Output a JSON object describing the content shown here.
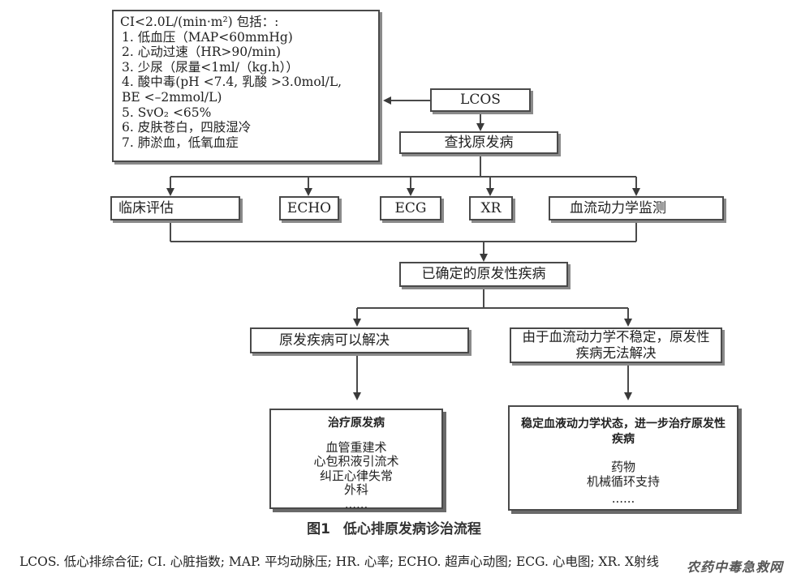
{
  "criteria": {
    "title": "CI<2.0L/(min·m²) 包括：:",
    "items": [
      "1. 低血压（MAP<60mmHg)",
      "2. 心动过速（HR>90/min)",
      "3. 少尿（尿量<1ml/（kg.h））",
      "4. 酸中毒(pH <7.4, 乳酸 >3.0mol/L,",
      "BE <–2mmol/L)",
      "5. SvO₂ <65%",
      "6. 皮肤苍白，四肢湿冷",
      "7. 肺淤血，低氧血症"
    ]
  },
  "nodes": {
    "lcos": "LCOS",
    "find_cause": "查找原发病",
    "clinical": "临床评估",
    "echo": "ECHO",
    "ecg": "ECG",
    "xr": "XR",
    "hemo_monitor": "血流动力学监测",
    "confirmed": "已确定的原发性疾病",
    "resolvable": "原发疾病可以解决",
    "unresolvable": "由于血流动力学不稳定，原发性疾病无法解决"
  },
  "treat_primary": {
    "title": "治疗原发病",
    "items": [
      "血管重建术",
      "心包积液引流术",
      "纠正心律失常",
      "外科",
      "......"
    ]
  },
  "treat_stabilize": {
    "title": "稳定血液动力学状态，进一步治疗原发性疾病",
    "items": [
      "药物",
      "机械循环支持",
      "......"
    ]
  },
  "caption": {
    "number": "图1",
    "text": "低心排原发病诊治流程"
  },
  "abbreviations": "LCOS. 低心排综合征; CI. 心脏指数; MAP. 平均动脉压; HR. 心率; ECHO. 超声心动图; ECG. 心电图; XR. X射线",
  "watermark": "农药中毒急救网",
  "colors": {
    "line": "#4a4a4a",
    "shadow": "#8a8a8a"
  }
}
